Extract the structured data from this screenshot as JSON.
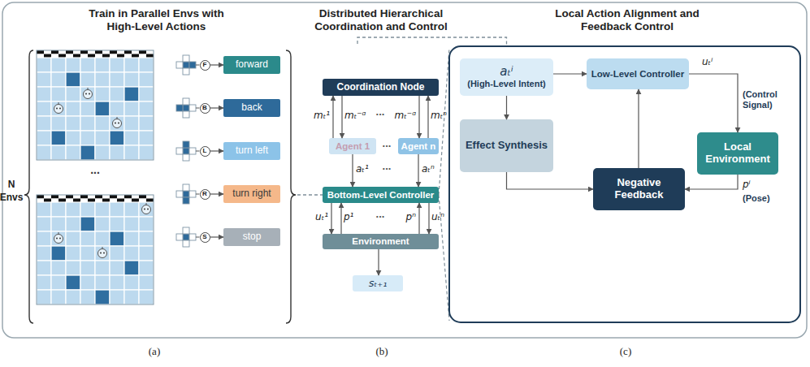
{
  "diagram": {
    "nodes": [
      {
        "text": [
          "F"
        ]
      },
      {
        "text": [
          "forward"
        ]
      },
      {
        "text": [
          "B"
        ]
      },
      {
        "text": [
          "back"
        ]
      },
      {
        "text": [
          "L"
        ]
      },
      {
        "text": [
          "turn left"
        ]
      },
      {
        "text": [
          "R"
        ]
      },
      {
        "text": [
          "turn right"
        ]
      },
      {
        "text": [
          "S"
        ]
      },
      {
        "text": [
          "stop"
        ]
      },
      {
        "text": [
          "Coordination Node"
        ]
      },
      {
        "text": [
          "Agent 1"
        ]
      },
      {
        "text": [
          "Agent n"
        ]
      },
      {
        "text": [
          "Bottom-Level Controller"
        ]
      },
      {
        "text": [
          "Environment"
        ]
      },
      {
        "text": [
          "sₜ₊₁"
        ]
      },
      {
        "text": [
          "aₜⁱ",
          "(High-Level Intent)"
        ]
      },
      {
        "text": [
          "Low-Level Controller"
        ]
      },
      {
        "text": [
          "Effect Synthesis"
        ]
      },
      {
        "text": [
          "Local Environment"
        ]
      },
      {
        "text": [
          "Negative Feedback"
        ]
      }
    ],
    "edges": [
      {
        "from": 0,
        "to": 1,
        "arrow": "to"
      },
      {
        "from": 2,
        "to": 3,
        "arrow": "to"
      },
      {
        "from": 4,
        "to": 5,
        "arrow": "to"
      },
      {
        "from": 6,
        "to": 7,
        "arrow": "to"
      },
      {
        "from": 8,
        "to": 9,
        "arrow": "to"
      },
      {
        "from": 11,
        "to": 10,
        "label": "mₜ¹",
        "arrow": "to"
      },
      {
        "from": 10,
        "to": 11,
        "label": "mₜ⁻ᵅ",
        "arrow": "to"
      },
      {
        "from": 10,
        "to": 12,
        "label": "mₜ⁻ᵅ",
        "arrow": "to"
      },
      {
        "from": 12,
        "to": 10,
        "label": "mₜⁿ",
        "arrow": "to"
      },
      {
        "from": 11,
        "to": 13,
        "label": "aₜ¹",
        "arrow": "to"
      },
      {
        "from": 12,
        "to": 13,
        "label": "aₜⁿ",
        "arrow": "to"
      },
      {
        "from": 13,
        "to": 14,
        "label": "uₜ¹",
        "arrow": "to"
      },
      {
        "from": 14,
        "to": 13,
        "label": "p¹",
        "arrow": "to"
      },
      {
        "from": 14,
        "to": 13,
        "label": "pⁿ",
        "arrow": "to"
      },
      {
        "from": 13,
        "to": 14,
        "label": "uₜⁿ",
        "arrow": "to"
      },
      {
        "from": 14,
        "to": 15,
        "arrow": "to"
      },
      {
        "from": 16,
        "to": 17,
        "arrow": "to"
      },
      {
        "from": 16,
        "to": 18,
        "arrow": "to"
      },
      {
        "from": 18,
        "to": 20,
        "arrow": "to"
      },
      {
        "from": 17,
        "to": 19,
        "label": "uₜⁱ",
        "arrow": "to"
      },
      {
        "from": 19,
        "to": 20,
        "label": "pⁱ",
        "arrow": "to"
      },
      {
        "from": 20,
        "to": 17,
        "arrow": "to"
      }
    ],
    "labels": [
      "Train in Parallel Envs with High-Level Actions",
      "Distributed Hierarchical Coordination and Control",
      "Local Action Alignment and Feedback Control",
      "N",
      "Envs",
      "...",
      "...",
      "...",
      "...",
      "...",
      "(Control Signal)",
      "(Pose)",
      "(a)",
      "(b)",
      "(c)"
    ]
  }
}
